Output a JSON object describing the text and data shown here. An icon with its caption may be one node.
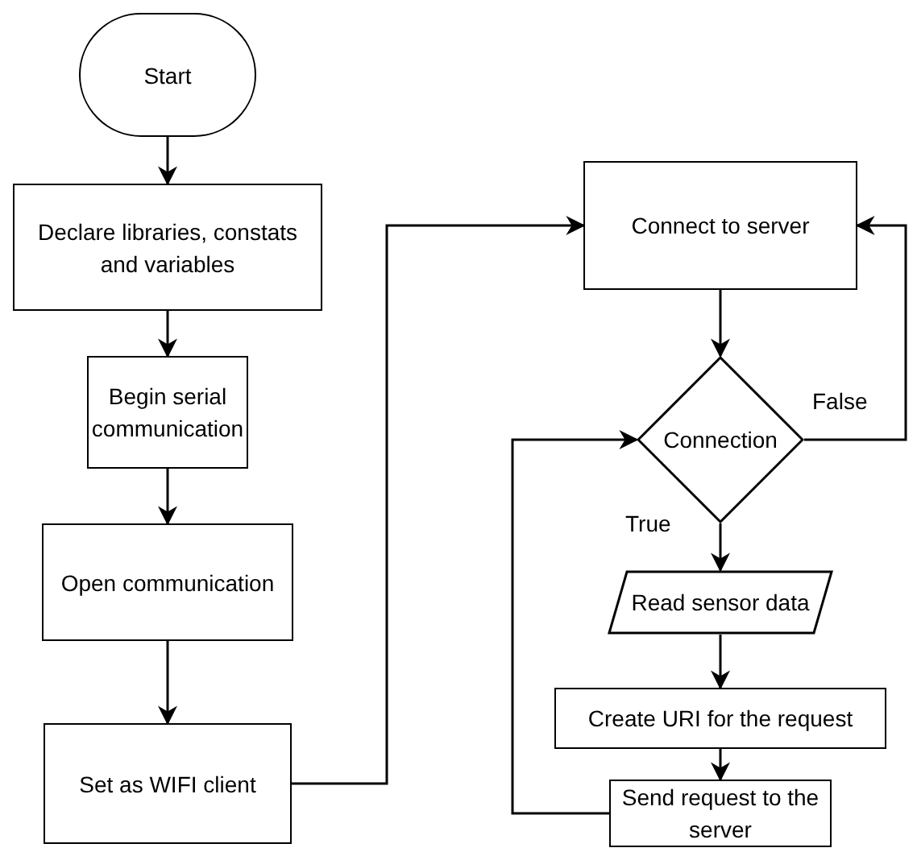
{
  "diagram": {
    "nodes": [
      {
        "text": [
          "Start"
        ]
      },
      {
        "text": [
          "Declare libraries, constats and variables"
        ]
      },
      {
        "text": [
          "Begin serial communication"
        ]
      },
      {
        "text": [
          "Open communication"
        ]
      },
      {
        "text": [
          "Set as WIFI client"
        ]
      },
      {
        "text": [
          "Connect to server"
        ]
      },
      {
        "text": [
          "Connection"
        ]
      },
      {
        "text": [
          "Read sensor data"
        ]
      },
      {
        "text": [
          "Create URI for the request"
        ]
      },
      {
        "text": [
          "Send request to the server"
        ]
      }
    ],
    "edges": [
      {
        "from": 0,
        "to": 1,
        "arrow": "to"
      },
      {
        "from": 1,
        "to": 2,
        "arrow": "to"
      },
      {
        "from": 2,
        "to": 3,
        "arrow": "to"
      },
      {
        "from": 3,
        "to": 4,
        "arrow": "to"
      },
      {
        "from": 4,
        "to": 5,
        "arrow": "to"
      },
      {
        "from": 5,
        "to": 6,
        "arrow": "to"
      },
      {
        "from": 6,
        "to": 5,
        "arrow": "to",
        "label": "False"
      },
      {
        "from": 6,
        "to": 7,
        "arrow": "to",
        "label": "True"
      },
      {
        "from": 7,
        "to": 8,
        "arrow": "to"
      },
      {
        "from": 8,
        "to": 9,
        "arrow": "to"
      },
      {
        "from": 9,
        "to": 6,
        "arrow": "to"
      }
    ]
  }
}
